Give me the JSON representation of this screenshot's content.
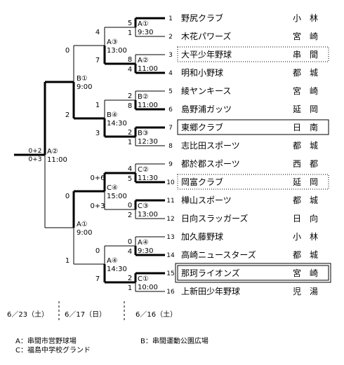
{
  "teams": [
    {
      "seed": "1",
      "name": "野尻クラブ",
      "region": "小　林",
      "box": "none"
    },
    {
      "seed": "2",
      "name": "木花パワーズ",
      "region": "宮　崎",
      "box": "none"
    },
    {
      "seed": "3",
      "name": "大平少年野球",
      "region": "串　間",
      "box": "dotted"
    },
    {
      "seed": "4",
      "name": "明和小野球",
      "region": "都　城",
      "box": "none"
    },
    {
      "seed": "5",
      "name": "綾ヤンキース",
      "region": "宮　崎",
      "box": "none"
    },
    {
      "seed": "6",
      "name": "島野浦ガッツ",
      "region": "延　岡",
      "box": "none"
    },
    {
      "seed": "7",
      "name": "東郷クラブ",
      "region": "日　南",
      "box": "solid"
    },
    {
      "seed": "8",
      "name": "志比田スポーツ",
      "region": "都　城",
      "box": "none"
    },
    {
      "seed": "9",
      "name": "都於郡スポーツ",
      "region": "西　都",
      "box": "none"
    },
    {
      "seed": "10",
      "name": "岡富クラブ",
      "region": "延　岡",
      "box": "dotted"
    },
    {
      "seed": "11",
      "name": "樺山スポーツ",
      "region": "都　城",
      "box": "none"
    },
    {
      "seed": "12",
      "name": "日向スラッガーズ",
      "region": "日　向",
      "box": "none"
    },
    {
      "seed": "13",
      "name": "加久藤野球",
      "region": "小　林",
      "box": "none"
    },
    {
      "seed": "14",
      "name": "高崎ニュースターズ",
      "region": "都　城",
      "box": "none"
    },
    {
      "seed": "15",
      "name": "那珂ライオンズ",
      "region": "宮　崎",
      "box": "double"
    },
    {
      "seed": "16",
      "name": "上新田少年野球",
      "region": "児　湯",
      "box": "none"
    }
  ],
  "round1": [
    {
      "code": "A①",
      "time": "9:30",
      "top": "5",
      "bot": "1"
    },
    {
      "code": "A②",
      "time": "11:00",
      "top": "8",
      "bot": "4"
    },
    {
      "code": "B②",
      "time": "11:00",
      "top": "2",
      "bot": "8"
    },
    {
      "code": "B③",
      "time": "12:30",
      "top": "2",
      "bot": "1"
    },
    {
      "code": "C②",
      "time": "11:30",
      "top": "4",
      "bot": "5"
    },
    {
      "code": "C③",
      "time": "13:00",
      "top": "0",
      "bot": "2"
    },
    {
      "code": "A④",
      "time": "9:30",
      "top": "0",
      "bot": "4"
    },
    {
      "code": "C①",
      "time": "10:00",
      "top": "2",
      "bot": "1"
    }
  ],
  "round2": [
    {
      "code": "A③",
      "time": "13:00",
      "top": "4",
      "bot": "7"
    },
    {
      "code": "B④",
      "time": "14:30",
      "top": "1",
      "bot": "3"
    },
    {
      "code": "C④",
      "time": "15:00",
      "top": "0+6",
      "bot": "0+3"
    },
    {
      "code": "A④",
      "time": "14:30",
      "top": "0",
      "bot": "7"
    }
  ],
  "round3": [
    {
      "code": "B①",
      "time": "9:00",
      "top": "0",
      "bot": "2"
    },
    {
      "code": "A①",
      "time": "9:00",
      "top": "0",
      "bot": "1"
    }
  ],
  "final": {
    "code": "A②",
    "time": "11:00",
    "top": "0+2",
    "bot": "0+3"
  },
  "dates": {
    "d1": "6／23（土）",
    "d2": "6／17（日）",
    "d3": "6／16（土）"
  },
  "venues": {
    "a": "A：串間市営野球場",
    "b": "B：串間運動公園広場",
    "c": "C：福島中学校グランド"
  }
}
